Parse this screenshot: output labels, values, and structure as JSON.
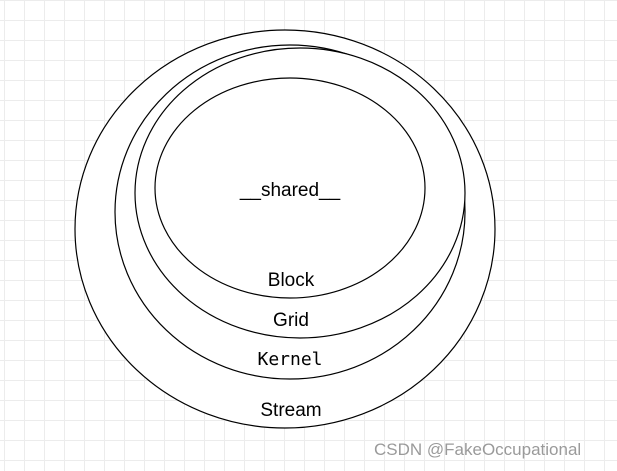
{
  "diagram": {
    "labels": {
      "shared": "__shared__",
      "block": "Block",
      "grid": "Grid",
      "kernel": "Kernel",
      "stream": "Stream"
    }
  },
  "watermark": "CSDN @FakeOccupational",
  "colors": {
    "stroke": "#000000",
    "grid": "#ececec",
    "watermark": "#9a9a9a"
  }
}
